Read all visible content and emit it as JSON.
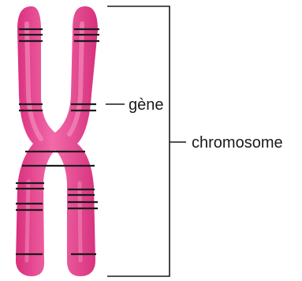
{
  "labels": {
    "gene": "gène",
    "chromosome": "chromosome"
  },
  "colors": {
    "chromosome_fill": "#e8428f",
    "chromosome_highlight": "#f37ab4",
    "band": "#1a1a1a",
    "bracket": "#1a1a1a"
  },
  "chromosome": {
    "shape": "X-shaped chromosome with two sister chromatids joined at the centromere",
    "band_groups": 8
  }
}
